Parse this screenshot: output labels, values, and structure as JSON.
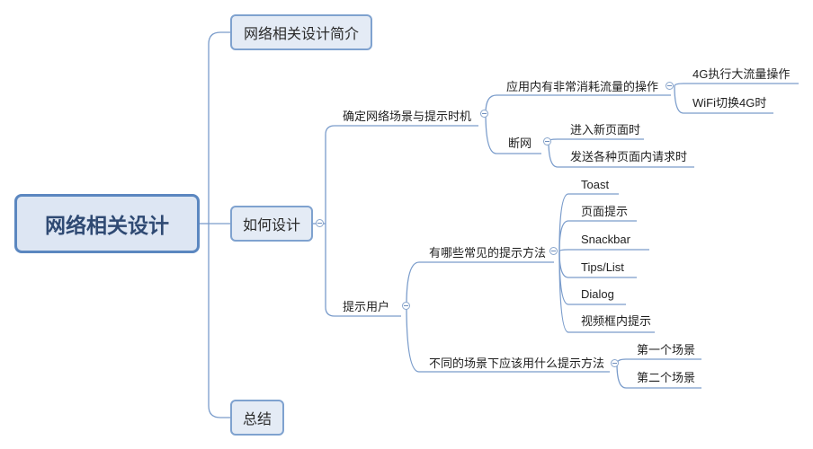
{
  "root": "网络相关设计",
  "level1": {
    "intro": "网络相关设计简介",
    "design": "如何设计",
    "summary": "总结"
  },
  "design": {
    "scenario": {
      "label": "确定网络场景与提示时机",
      "heavy": {
        "label": "应用内有非常消耗流量的操作",
        "children": [
          "4G执行大流量操作",
          "WiFi切换4G时"
        ]
      },
      "disconnect": {
        "label": "断网",
        "children": [
          "进入新页面时",
          "发送各种页面内请求时"
        ]
      }
    },
    "prompt": {
      "label": "提示用户",
      "methods": {
        "label": "有哪些常见的提示方法",
        "children": [
          "Toast",
          "页面提示",
          "Snackbar",
          "Tips/List",
          "Dialog",
          "视频框内提示"
        ]
      },
      "scenes": {
        "label": "不同的场景下应该用什么提示方法",
        "children": [
          "第一个场景",
          "第二个场景"
        ]
      }
    }
  },
  "colors": {
    "line": "#7a9ccb",
    "root_border": "#5b87c0",
    "root_fill": "#dde6f3"
  }
}
